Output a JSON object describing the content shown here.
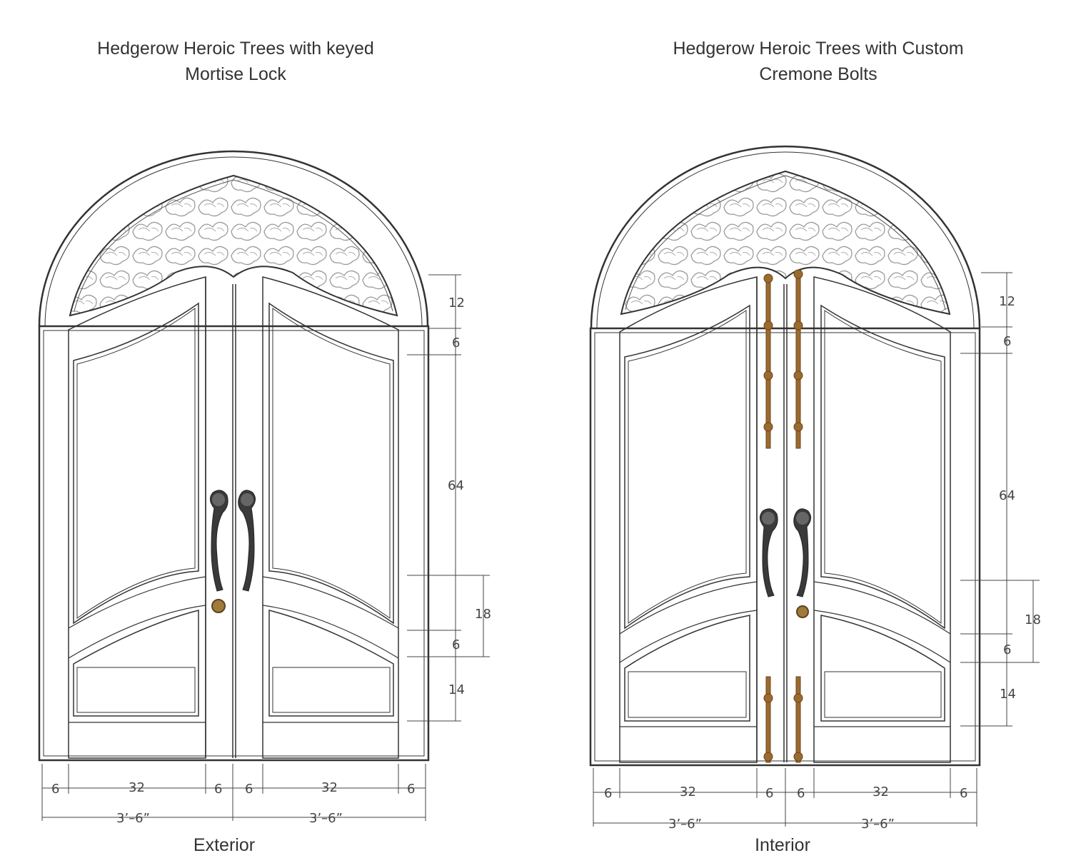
{
  "left": {
    "title_line1": "Hedgerow Heroic Trees with keyed",
    "title_line2": "Mortise   Lock",
    "caption": "Exterior",
    "vertical_dims": [
      "12",
      "6",
      "64",
      "18",
      "6",
      "14"
    ],
    "horizontal_dims": [
      "6",
      "32",
      "6",
      "6",
      "32",
      "6"
    ],
    "overall_dims": [
      "3’–6”",
      "3’–6”"
    ]
  },
  "right": {
    "title_line1": "Hedgerow Heroic Trees with Custom",
    "title_line2": "Cremone Bolts",
    "caption": "Interior",
    "vertical_dims": [
      "12",
      "6",
      "64",
      "18",
      "6",
      "14"
    ],
    "horizontal_dims": [
      "6",
      "32",
      "6",
      "6",
      "32",
      "6"
    ],
    "overall_dims": [
      "3’–6”",
      "3’–6”"
    ]
  },
  "colors": {
    "line": "#333333",
    "glass_pattern": "#9a9a9a",
    "bronze": "#9b6a2f",
    "handle_dark": "#3a3a3a",
    "knob": "#a07a3a"
  },
  "icons": {
    "handle": "tree-handle-icon",
    "knob": "keyed-knob-icon",
    "bolt": "cremone-bolt-icon"
  }
}
